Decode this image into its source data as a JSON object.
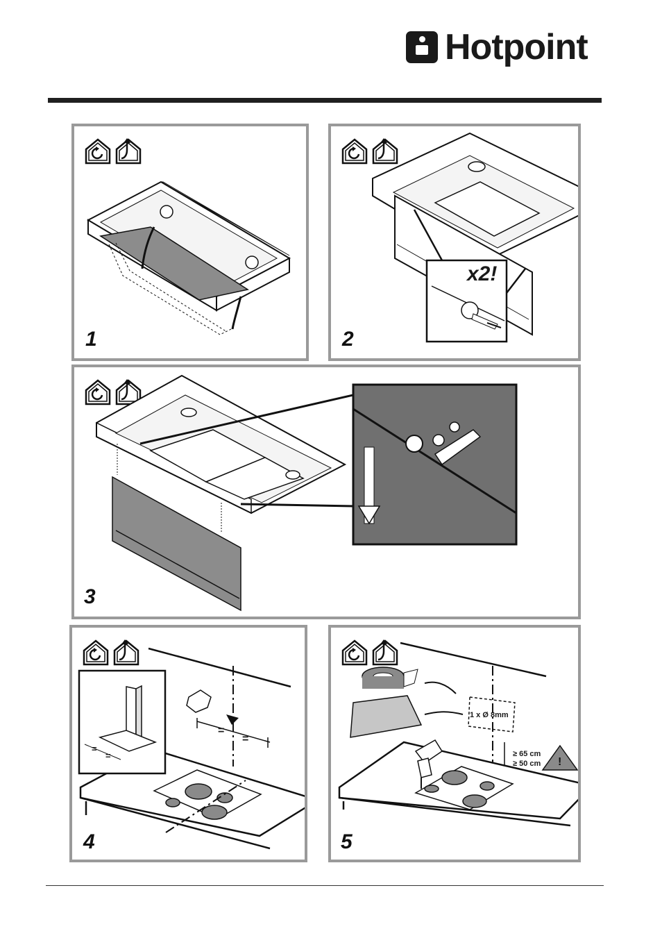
{
  "brand": {
    "name": "Hotpoint"
  },
  "icons": {
    "recirculation": "recirculation-mode-icon",
    "extraction": "ducted-extraction-mode-icon"
  },
  "steps": [
    {
      "number": "1"
    },
    {
      "number": "2",
      "callout": "x2!"
    },
    {
      "number": "3"
    },
    {
      "number": "4",
      "equal_marks": [
        "=",
        "=",
        "=",
        "="
      ]
    },
    {
      "number": "5",
      "drill_label": "1 x Ø 8mm",
      "min_height_electric": "≥ 65 cm",
      "min_height_gas": "≥ 50 cm"
    }
  ],
  "colors": {
    "panel_border": "#9a9a9a",
    "filter_grey": "#8c8c8c",
    "zoom_grey": "#707070",
    "hob_ring": "#8a8a8a"
  }
}
